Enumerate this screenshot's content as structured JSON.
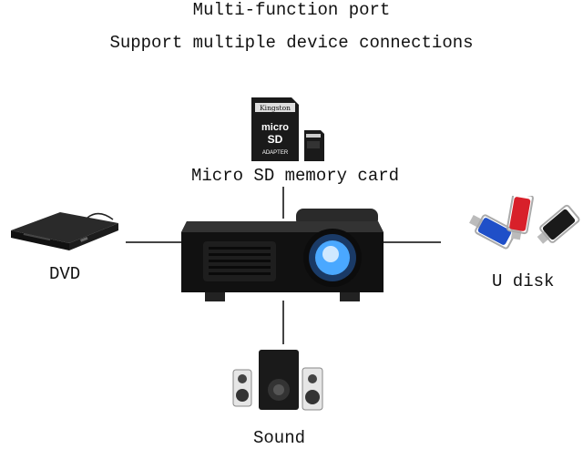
{
  "header": {
    "title": "Multi-function port",
    "subtitle": "Support multiple device connections"
  },
  "devices": {
    "sd": {
      "label": "Micro SD memory card",
      "brand": "Kingston",
      "card_text": "micro",
      "card_sub": "SD",
      "card_adapter": "ADAPTER"
    },
    "dvd": {
      "label": "DVD"
    },
    "udisk": {
      "label": "U disk"
    },
    "sound": {
      "label": "Sound"
    }
  },
  "colors": {
    "projector_body": "#111111",
    "lens_glow": "#4aa8ff",
    "usb_blue": "#1f4fc8",
    "usb_red": "#d8202a",
    "usb_black": "#1a1a1a",
    "line": "#444444"
  }
}
